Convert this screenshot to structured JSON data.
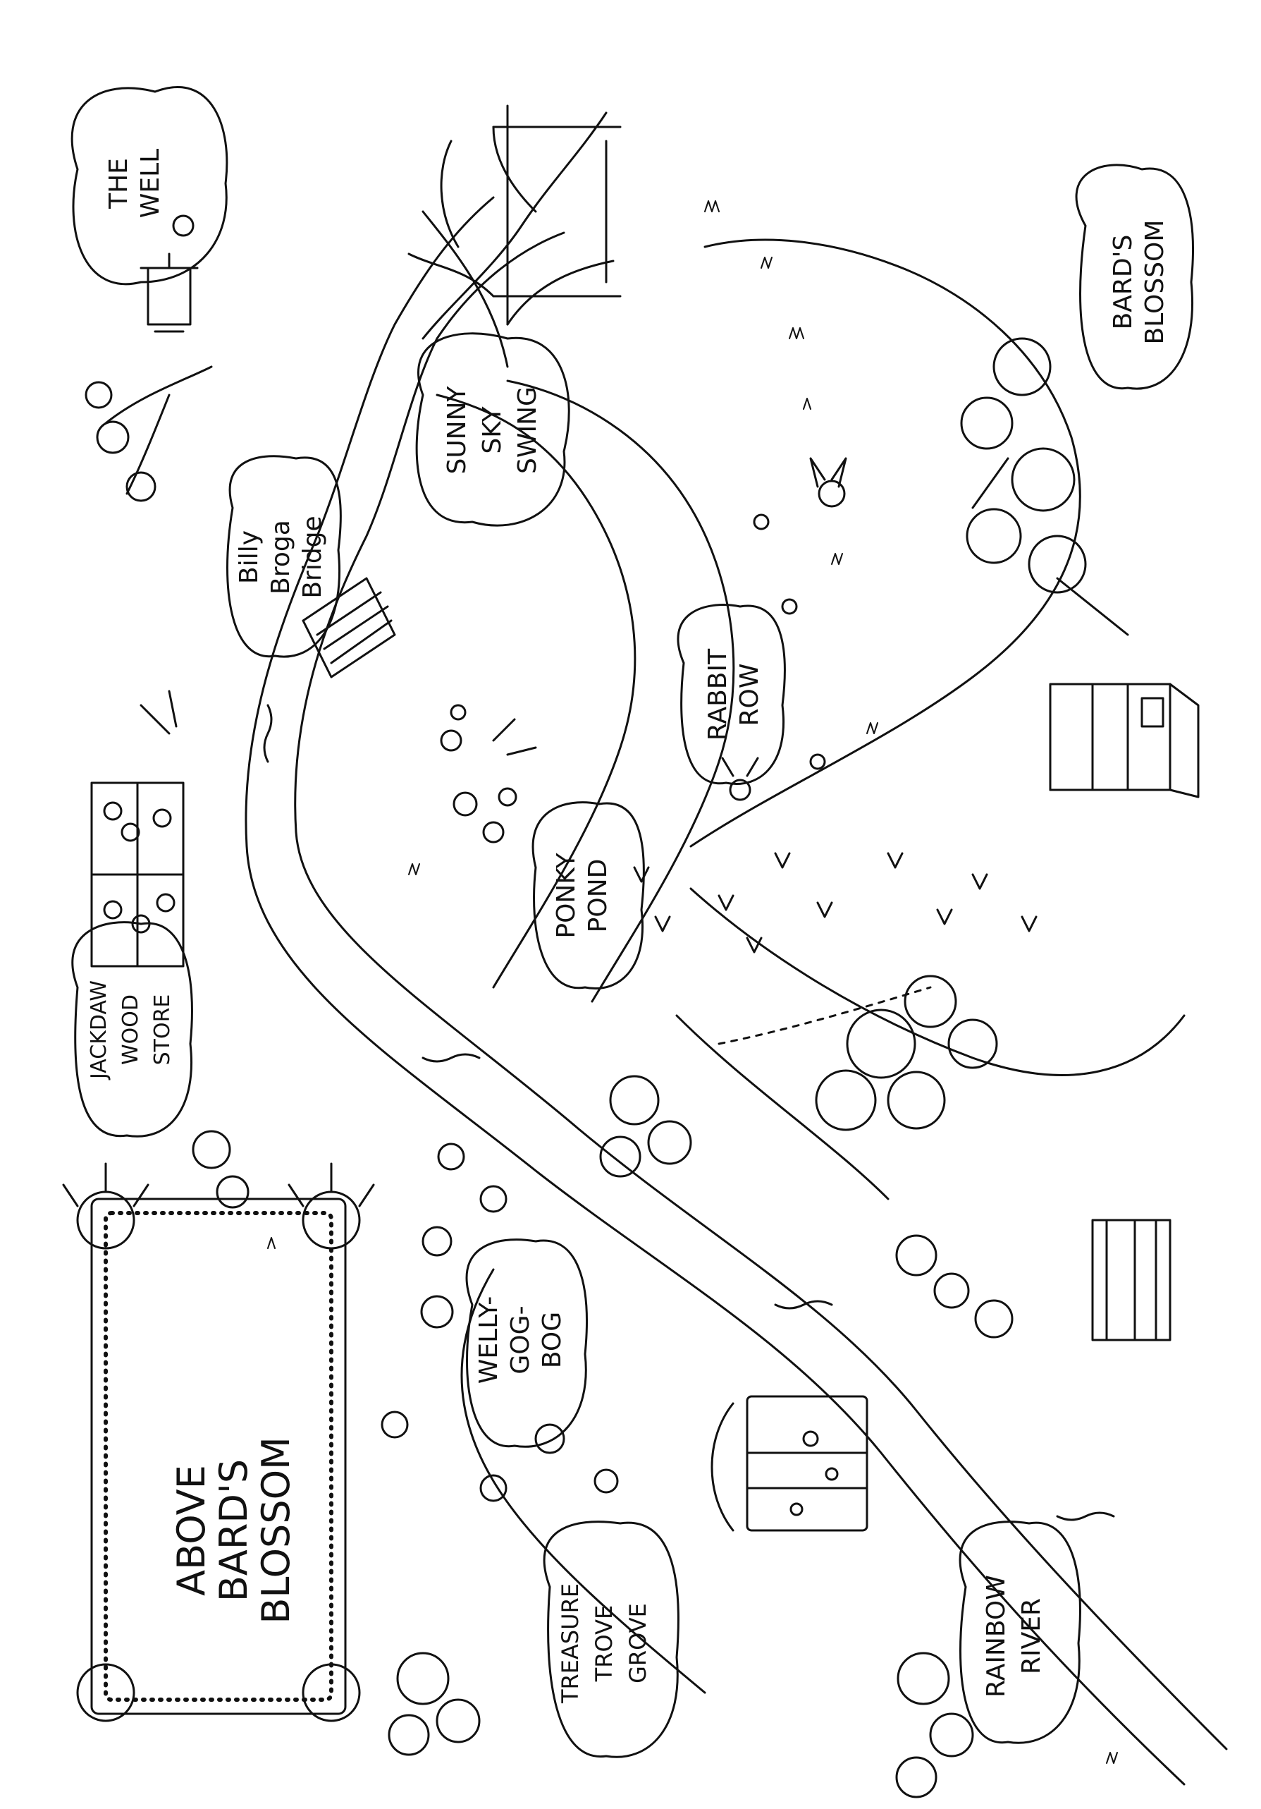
{
  "map": {
    "title_lines": [
      "ABOVE",
      "BARD'S",
      "BLOSSOM"
    ],
    "ink_color": "#111111",
    "paper_color": "#ffffff",
    "orientation": "rotated 90 degrees counter-clockwise",
    "places": {
      "the_well": [
        "THE",
        "WELL"
      ],
      "sunny_sky_swing": [
        "SUNNY",
        "SKY",
        "SWING"
      ],
      "billy_broga_bridge": [
        "Billy",
        "Broga",
        "Bridge"
      ],
      "bards_blossom": [
        "BARD'S",
        "BLOSSOM"
      ],
      "rabbit_row": [
        "RABBIT",
        "ROW"
      ],
      "jackdaw_wood_store": [
        "JACKDAW",
        "WOOD",
        "STORE"
      ],
      "ponky_pond": [
        "PONKY",
        "POND"
      ],
      "welly_gog_bog": [
        "WELLY-",
        "GOG-",
        "BOG"
      ],
      "treasure_trove_grove": [
        "TREASURE",
        "TROVE",
        "GROVE"
      ],
      "rainbow_river": [
        "RAINBOW",
        "RIVER"
      ]
    }
  }
}
